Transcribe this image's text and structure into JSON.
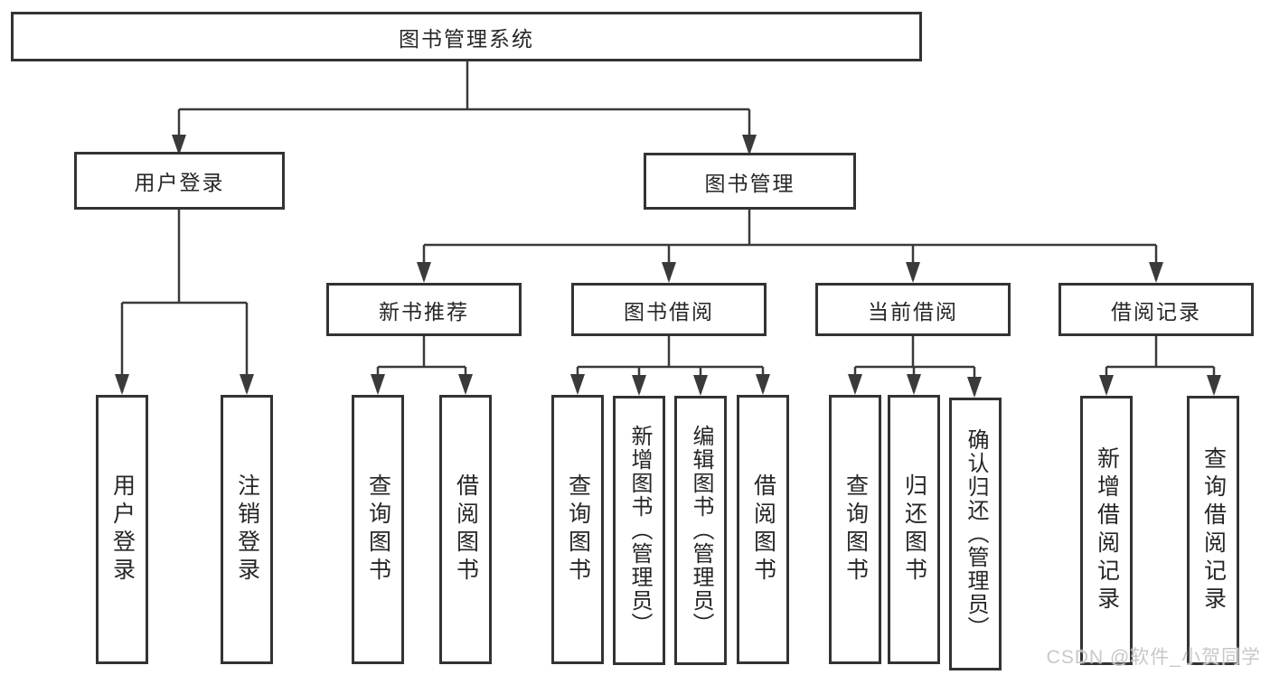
{
  "diagram": {
    "title": "图书管理系统",
    "branches": [
      {
        "label": "用户登录",
        "children": [
          {
            "label": "用户登录"
          },
          {
            "label": "注销登录"
          }
        ]
      },
      {
        "label": "图书管理",
        "children": [
          {
            "label": "新书推荐",
            "children": [
              {
                "label": "查询图书"
              },
              {
                "label": "借阅图书"
              }
            ]
          },
          {
            "label": "图书借阅",
            "children": [
              {
                "label": "查询图书"
              },
              {
                "label": "新增图书（管理员）"
              },
              {
                "label": "编辑图书（管理员）"
              },
              {
                "label": "借阅图书"
              }
            ]
          },
          {
            "label": "当前借阅",
            "children": [
              {
                "label": "查询图书"
              },
              {
                "label": "归还图书"
              },
              {
                "label": "确认归还（管理员）"
              }
            ]
          },
          {
            "label": "借阅记录",
            "children": [
              {
                "label": "新增借阅记录"
              },
              {
                "label": "查询借阅记录"
              }
            ]
          }
        ]
      }
    ]
  },
  "watermark": {
    "text": "CSDN @软件_小贺同学"
  },
  "colors": {
    "line": "#3a3a3a",
    "box_border": "#333333",
    "text": "#262626",
    "watermark": "#c8c8c8",
    "background": "#ffffff"
  }
}
